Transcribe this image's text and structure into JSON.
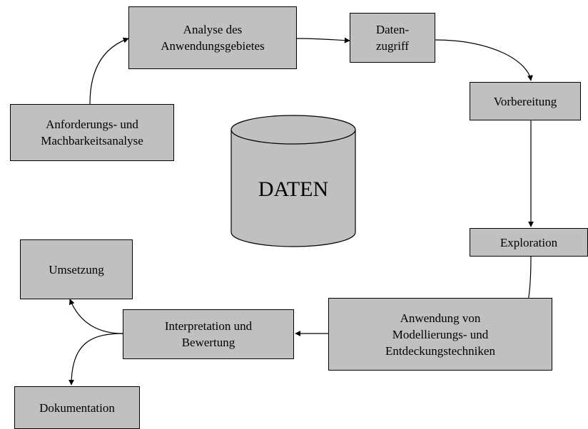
{
  "steps": {
    "analyse": "Analyse des\nAnwendungsgebietes",
    "datenzugriff": "Daten-\nzugriff",
    "anforderung": "Anforderungs- und\nMachbarkeitsanalyse",
    "vorbereitung": "Vorbereitung",
    "exploration": "Exploration",
    "umsetzung": "Umsetzung",
    "interpretation": "Interpretation und\nBewertung",
    "anwendung": "Anwendung von\nModellierungs- und\nEntdeckungstechniken",
    "dokumentation": "Dokumentation"
  },
  "database": {
    "label": "DATEN"
  },
  "colors": {
    "box_fill": "#c0c0c0",
    "stroke": "#000000",
    "background": "#ffffff"
  }
}
